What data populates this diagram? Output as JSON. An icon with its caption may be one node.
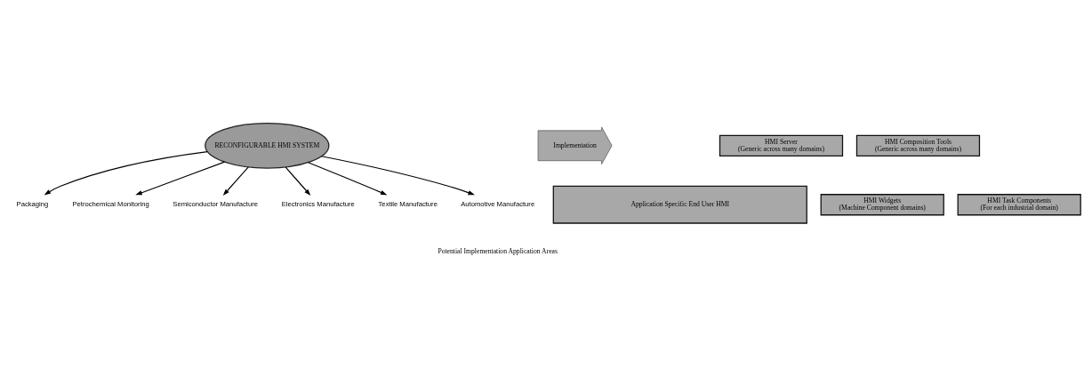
{
  "diagram": {
    "nodes": [
      {
        "text": [
          "Packaging"
        ]
      },
      {
        "text": [
          "Petrochemical Monitoring"
        ]
      },
      {
        "text": [
          "Semiconductor Manufacture"
        ]
      },
      {
        "text": [
          "RECONFIGURABLE HMI SYSTEM"
        ]
      },
      {
        "text": [
          "Electronics Manufacture"
        ]
      },
      {
        "text": [
          "Textile Manufacture"
        ]
      },
      {
        "text": [
          "Automotive Manufacture"
        ]
      },
      {
        "text": [
          "Implementation"
        ]
      },
      {
        "text": [
          "Application Specific End User HMI"
        ]
      },
      {
        "text": [
          "HMI Server",
          "(Generic across many domains)"
        ]
      },
      {
        "text": [
          "HMI Composition Tools",
          "(Generic across many domains)"
        ]
      },
      {
        "text": [
          "HMI Widgets",
          "(Machine Component domains)"
        ]
      },
      {
        "text": [
          "HMI Task Components",
          "(For each industrial domain)"
        ]
      }
    ],
    "edges": [
      {
        "from": 3,
        "to": 0,
        "arrow": "to"
      },
      {
        "from": 3,
        "to": 1,
        "arrow": "to"
      },
      {
        "from": 3,
        "to": 2,
        "arrow": "to"
      },
      {
        "from": 3,
        "to": 4,
        "arrow": "to"
      },
      {
        "from": 3,
        "to": 5,
        "arrow": "to"
      },
      {
        "from": 3,
        "to": 6,
        "arrow": "to"
      }
    ],
    "labels": [
      "Potential Implementation Application Areas"
    ]
  }
}
